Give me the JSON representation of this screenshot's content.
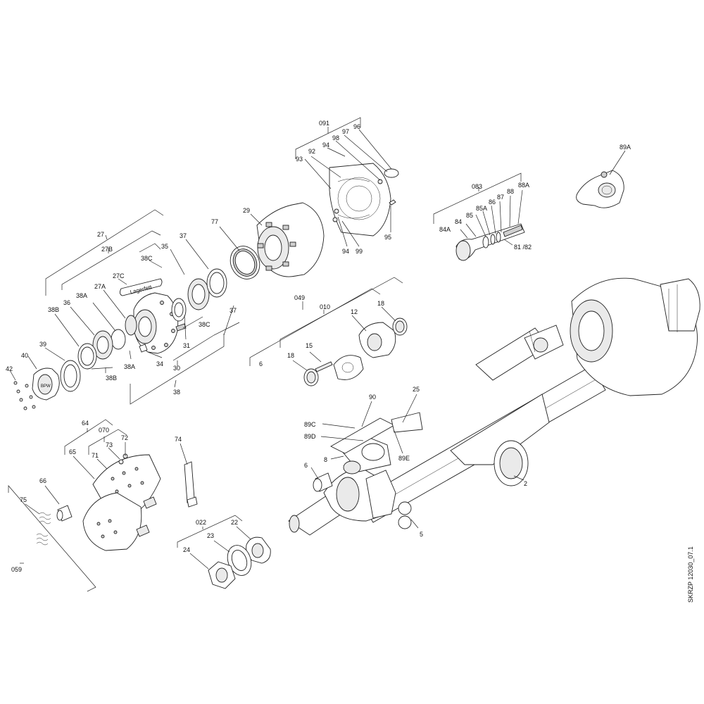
{
  "diagram": {
    "labels": {
      "l091": "091",
      "l96": "96",
      "l97": "97",
      "l98": "98",
      "l94a": "94",
      "l92": "92",
      "l93": "93",
      "l95": "95",
      "l94b": "94",
      "l99": "99",
      "l89A": "89A",
      "l083": "083",
      "l88A": "88A",
      "l88": "88",
      "l87": "87",
      "l86": "86",
      "l85A": "85A",
      "l85": "85",
      "l84": "84",
      "l84A": "84A",
      "l8182": "81 /82",
      "l77": "77",
      "l29": "29",
      "l27": "27",
      "l27B": "27B",
      "l27C": "27C",
      "l27A": "27A",
      "l37a": "37",
      "l35": "35",
      "l38Ca": "38C",
      "l38A1": "38A",
      "l36": "36",
      "l38B1": "38B",
      "l37b": "37",
      "l38Cb": "38C",
      "l31": "31",
      "l34": "34",
      "l38A2": "38A",
      "l30": "30",
      "l38B2": "38B",
      "l38": "38",
      "l40": "40",
      "l39": "39",
      "l42": "42",
      "l049": "049",
      "l010": "010",
      "l12": "12",
      "l18a": "18",
      "l15": "15",
      "l18b": "18",
      "l6a": "6",
      "l90": "90",
      "l25": "25",
      "l89C": "89C",
      "l89D": "89D",
      "l8": "8",
      "l89E": "89E",
      "l6b": "6",
      "l2": "2",
      "l5": "5",
      "l64": "64",
      "l070": "070",
      "l73": "73",
      "l72": "72",
      "l71": "71",
      "l65": "65",
      "l74": "74",
      "l66": "66",
      "l75": "75",
      "l059": "059",
      "l022": "022",
      "l22": "22",
      "l23": "23",
      "l24": "24"
    },
    "grease_label": "Lagerfett",
    "document_ref": "SKRZP 12030_07.1"
  }
}
